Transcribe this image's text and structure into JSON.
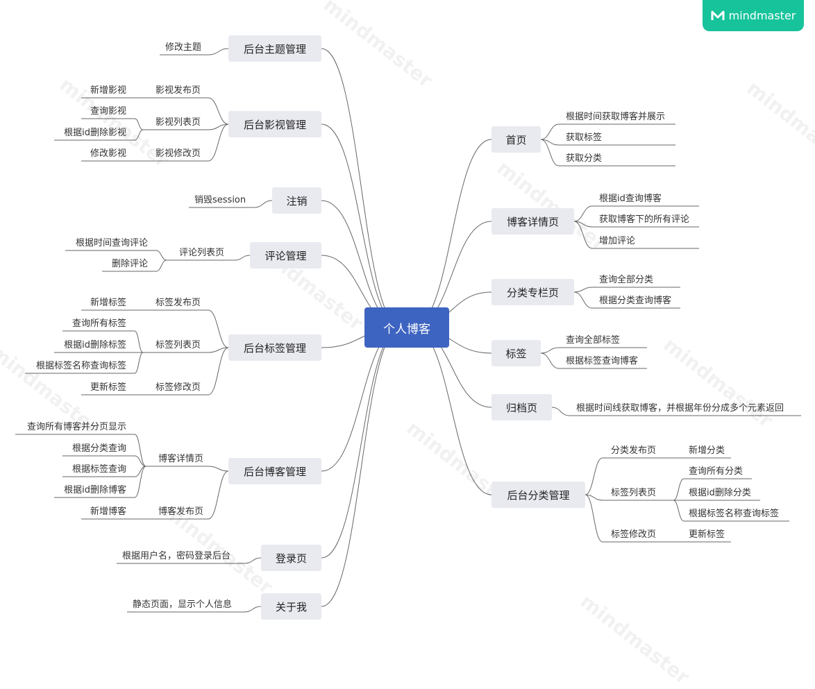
{
  "brand": {
    "name": "mindmaster",
    "icon": "mindmaster-logo-icon",
    "color": "#17c39b"
  },
  "watermark": "mindmaster",
  "colors": {
    "root": "#3e64c1",
    "branch": "#e9eaf0",
    "line": "#666666"
  },
  "root": "个人博客",
  "left": [
    {
      "label": "后台主题管理",
      "children": [
        {
          "label": "修改主题"
        }
      ]
    },
    {
      "label": "后台影视管理",
      "children": [
        {
          "label": "影视发布页",
          "children": [
            {
              "label": "新增影视"
            }
          ]
        },
        {
          "label": "影视列表页",
          "children": [
            {
              "label": "查询影视"
            },
            {
              "label": "根据id删除影视"
            }
          ]
        },
        {
          "label": "影视修改页",
          "children": [
            {
              "label": "修改影视"
            }
          ]
        }
      ]
    },
    {
      "label": "注销",
      "children": [
        {
          "label": "销毁session"
        }
      ]
    },
    {
      "label": "评论管理",
      "children": [
        {
          "label": "评论列表页",
          "children": [
            {
              "label": "根据时间查询评论"
            },
            {
              "label": "删除评论"
            }
          ]
        }
      ]
    },
    {
      "label": "后台标签管理",
      "children": [
        {
          "label": "标签发布页",
          "children": [
            {
              "label": "新增标签"
            }
          ]
        },
        {
          "label": "标签列表页",
          "children": [
            {
              "label": "查询所有标签"
            },
            {
              "label": "根据id删除标签"
            },
            {
              "label": "根据标签名称查询标签"
            }
          ]
        },
        {
          "label": "标签修改页",
          "children": [
            {
              "label": "更新标签"
            }
          ]
        }
      ]
    },
    {
      "label": "后台博客管理",
      "children": [
        {
          "label": "博客详情页",
          "children": [
            {
              "label": "查询所有博客并分页显示"
            },
            {
              "label": "根据分类查询"
            },
            {
              "label": "根据标签查询"
            },
            {
              "label": "根据id删除博客"
            }
          ]
        },
        {
          "label": "博客发布页",
          "children": [
            {
              "label": "新增博客"
            }
          ]
        }
      ]
    },
    {
      "label": "登录页",
      "children": [
        {
          "label": "根据用户名，密码登录后台"
        }
      ]
    },
    {
      "label": "关于我",
      "children": [
        {
          "label": "静态页面，显示个人信息"
        }
      ]
    }
  ],
  "right": [
    {
      "label": "首页",
      "children": [
        {
          "label": "根据时间获取博客并展示"
        },
        {
          "label": "获取标签"
        },
        {
          "label": "获取分类"
        }
      ]
    },
    {
      "label": "博客详情页",
      "children": [
        {
          "label": "根据id查询博客"
        },
        {
          "label": "获取博客下的所有评论"
        },
        {
          "label": "增加评论"
        }
      ]
    },
    {
      "label": "分类专栏页",
      "children": [
        {
          "label": "查询全部分类"
        },
        {
          "label": "根据分类查询博客"
        }
      ]
    },
    {
      "label": "标签",
      "children": [
        {
          "label": "查询全部标签"
        },
        {
          "label": "根据标签查询博客"
        }
      ]
    },
    {
      "label": "归档页",
      "children": [
        {
          "label": "根据时间线获取博客，并根据年份分成多个元素返回"
        }
      ]
    },
    {
      "label": "后台分类管理",
      "children": [
        {
          "label": "分类发布页",
          "children": [
            {
              "label": "新增分类"
            }
          ]
        },
        {
          "label": "标签列表页",
          "children": [
            {
              "label": "查询所有分类"
            },
            {
              "label": "根据id删除分类"
            },
            {
              "label": "根据标签名称查询标签"
            }
          ]
        },
        {
          "label": "标签修改页",
          "children": [
            {
              "label": "更新标签"
            }
          ]
        }
      ]
    }
  ]
}
